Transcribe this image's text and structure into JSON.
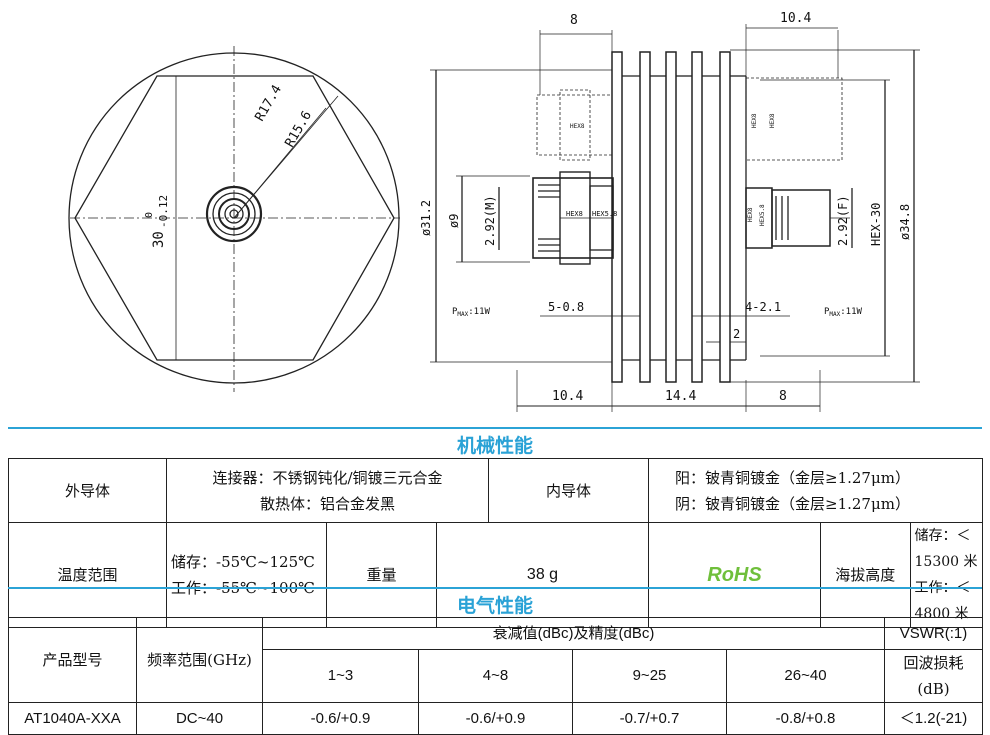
{
  "drawing": {
    "left_view": {
      "radius_outer": "R17.4",
      "radius_inner": "R15.6",
      "hex_dim": "30",
      "hex_tol_upper": "0",
      "hex_tol_lower": "-0.12"
    },
    "side_view": {
      "top_left_dim": "8",
      "top_right_dim": "10.4",
      "dia_left_body": "ø31.2",
      "dia_left_conn": "ø9",
      "conn_left": "2.92(M)",
      "conn_right": "2.92(F)",
      "hex_right": "HEX-30",
      "dia_right": "ø34.8",
      "pmax_left": "P",
      "pmax_left_sub": "MAX",
      "pmax_left_val": ":11W",
      "pmax_right": "P",
      "pmax_right_sub": "MAX",
      "pmax_right_val": ":11W",
      "fin_left": "5-0.8",
      "fin_right": "4-2.1",
      "fin_gap": "2",
      "bottom_left": "10.4",
      "bottom_mid": "14.4",
      "bottom_right": "8",
      "hex8": "HEX8",
      "hex5": "HEX5.8"
    }
  },
  "mechanical": {
    "title": "机械性能",
    "outer_conductor_label": "外导体",
    "outer_conductor_line1": "连接器：不锈钢钝化/铜镀三元合金",
    "outer_conductor_line2": "散热体：铝合金发黑",
    "inner_conductor_label": "内导体",
    "inner_conductor_line1": "阳：铍青铜镀金（金层≥1.27μm）",
    "inner_conductor_line2": "阴：铍青铜镀金（金层≥1.27μm）",
    "temp_label": "温度范围",
    "temp_storage": "储存：-55℃~125℃",
    "temp_work": "工作：-55℃~100℃",
    "weight_label": "重量",
    "weight_value": "38 g",
    "rohs": "RoHS",
    "altitude_label": "海拔高度",
    "altitude_storage": "储存：＜15300 米",
    "altitude_work": "工作：＜4800 米"
  },
  "electrical": {
    "title": "电气性能",
    "col_model": "产品型号",
    "col_freq": "频率范围(GHz)",
    "col_atten": "衰减值(dBc)及精度(dBc)",
    "col_vswr": "VSWR(:1)",
    "col_return": "回波损耗(dB)",
    "bands": [
      "1~3",
      "4~8",
      "9~25",
      "26~40"
    ],
    "rows": [
      {
        "model": "AT1040A-XXA",
        "freq": "DC~40",
        "values": [
          "-0.6/+0.9",
          "-0.6/+0.9",
          "-0.7/+0.7",
          "-0.8/+0.8"
        ],
        "vswr": "＜1.2(-21)"
      }
    ]
  }
}
